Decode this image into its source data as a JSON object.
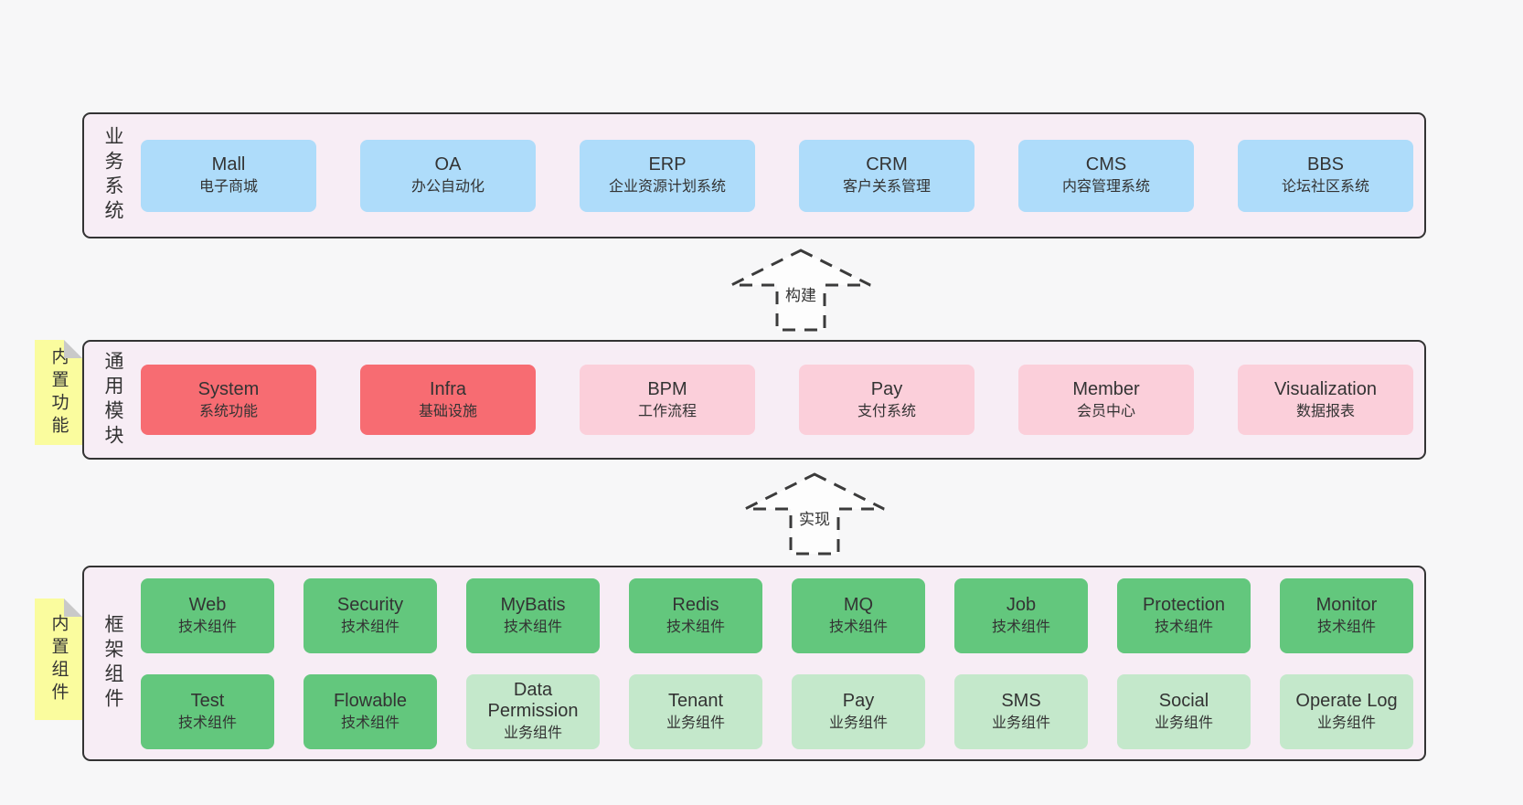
{
  "diagram": {
    "arrows": [
      {
        "label": "构建"
      },
      {
        "label": "实现"
      }
    ],
    "business": {
      "side_label": "业务系统",
      "boxes": [
        {
          "title": "Mall",
          "subtitle": "电子商城"
        },
        {
          "title": "OA",
          "subtitle": "办公自动化"
        },
        {
          "title": "ERP",
          "subtitle": "企业资源计划系统"
        },
        {
          "title": "CRM",
          "subtitle": "客户关系管理"
        },
        {
          "title": "CMS",
          "subtitle": "内容管理系统"
        },
        {
          "title": "BBS",
          "subtitle": "论坛社区系统"
        }
      ]
    },
    "modules": {
      "side_label": "通用模块",
      "note": "内置功能",
      "boxes": [
        {
          "title": "System",
          "subtitle": "系统功能",
          "variant": "red"
        },
        {
          "title": "Infra",
          "subtitle": "基础设施",
          "variant": "red"
        },
        {
          "title": "BPM",
          "subtitle": "工作流程",
          "variant": "pink"
        },
        {
          "title": "Pay",
          "subtitle": "支付系统",
          "variant": "pink"
        },
        {
          "title": "Member",
          "subtitle": "会员中心",
          "variant": "pink"
        },
        {
          "title": "Visualization",
          "subtitle": "数据报表",
          "variant": "pink"
        }
      ]
    },
    "framework": {
      "side_label": "框架组件",
      "note": "内置组件",
      "row1": [
        {
          "title": "Web",
          "subtitle": "技术组件",
          "variant": "green-dark"
        },
        {
          "title": "Security",
          "subtitle": "技术组件",
          "variant": "green-dark"
        },
        {
          "title": "MyBatis",
          "subtitle": "技术组件",
          "variant": "green-dark"
        },
        {
          "title": "Redis",
          "subtitle": "技术组件",
          "variant": "green-dark"
        },
        {
          "title": "MQ",
          "subtitle": "技术组件",
          "variant": "green-dark"
        },
        {
          "title": "Job",
          "subtitle": "技术组件",
          "variant": "green-dark"
        },
        {
          "title": "Protection",
          "subtitle": "技术组件",
          "variant": "green-dark"
        },
        {
          "title": "Monitor",
          "subtitle": "技术组件",
          "variant": "green-dark"
        }
      ],
      "row2": [
        {
          "title": "Test",
          "subtitle": "技术组件",
          "variant": "green-dark"
        },
        {
          "title": "Flowable",
          "subtitle": "技术组件",
          "variant": "green-dark"
        },
        {
          "title": "Data Permission",
          "subtitle": "业务组件",
          "variant": "green-light"
        },
        {
          "title": "Tenant",
          "subtitle": "业务组件",
          "variant": "green-light"
        },
        {
          "title": "Pay",
          "subtitle": "业务组件",
          "variant": "green-light"
        },
        {
          "title": "SMS",
          "subtitle": "业务组件",
          "variant": "green-light"
        },
        {
          "title": "Social",
          "subtitle": "业务组件",
          "variant": "green-light"
        },
        {
          "title": "Operate Log",
          "subtitle": "业务组件",
          "variant": "green-light"
        }
      ]
    },
    "colors": {
      "page_bg": "#f7f7f8",
      "panel_bg": "#f7edf5",
      "panel_border": "#333333",
      "business_box_blue": "#aedcfa",
      "module_box_red": "#f76c72",
      "module_box_pink": "#fbcfda",
      "framework_box_green_dark": "#63c77d",
      "framework_box_green_light": "#c4e8cb",
      "note_yellow": "#fafc9e",
      "note_fold_gray": "#c9c9c9",
      "text": "#333333"
    }
  }
}
